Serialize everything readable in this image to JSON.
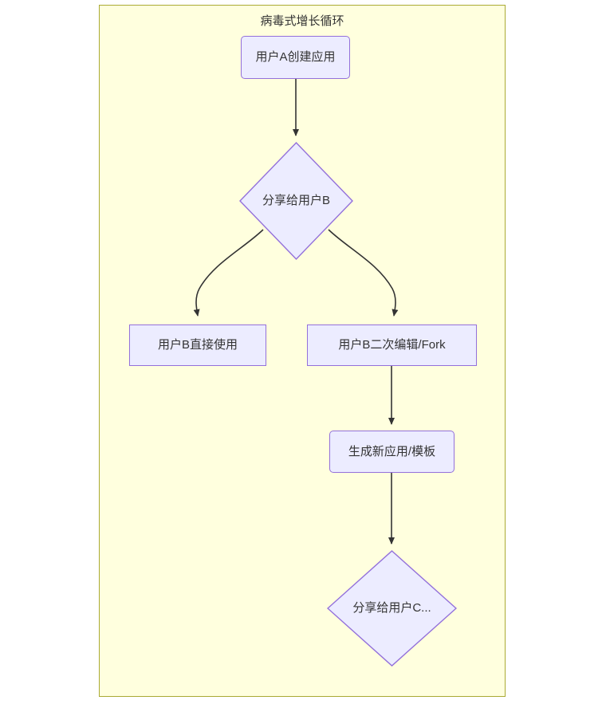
{
  "diagram": {
    "type": "flowchart",
    "direction": "top-to-bottom",
    "subgraph": {
      "title": "病毒式增长循环",
      "fill_color": "#ffffde",
      "border_color": "#aaaa33"
    },
    "node_style": {
      "fill_color": "#ececff",
      "border_color": "#9370db",
      "text_color": "#333333"
    },
    "edge_style": {
      "line_color": "#333333",
      "arrow_color": "#333333"
    },
    "nodes": [
      {
        "id": "n1",
        "label": "用户A创建应用",
        "shape": "rounded-rect"
      },
      {
        "id": "n2",
        "label": "分享给用户B",
        "shape": "diamond"
      },
      {
        "id": "n3",
        "label": "用户B直接使用",
        "shape": "rect"
      },
      {
        "id": "n4",
        "label": "用户B二次编辑/Fork",
        "shape": "rect"
      },
      {
        "id": "n5",
        "label": "生成新应用/模板",
        "shape": "rounded-rect"
      },
      {
        "id": "n6",
        "label": "分享给用户C...",
        "shape": "diamond"
      }
    ],
    "edges": [
      {
        "from": "n1",
        "to": "n2",
        "label": ""
      },
      {
        "from": "n2",
        "to": "n3",
        "label": ""
      },
      {
        "from": "n2",
        "to": "n4",
        "label": ""
      },
      {
        "from": "n4",
        "to": "n5",
        "label": ""
      },
      {
        "from": "n5",
        "to": "n6",
        "label": ""
      }
    ]
  }
}
